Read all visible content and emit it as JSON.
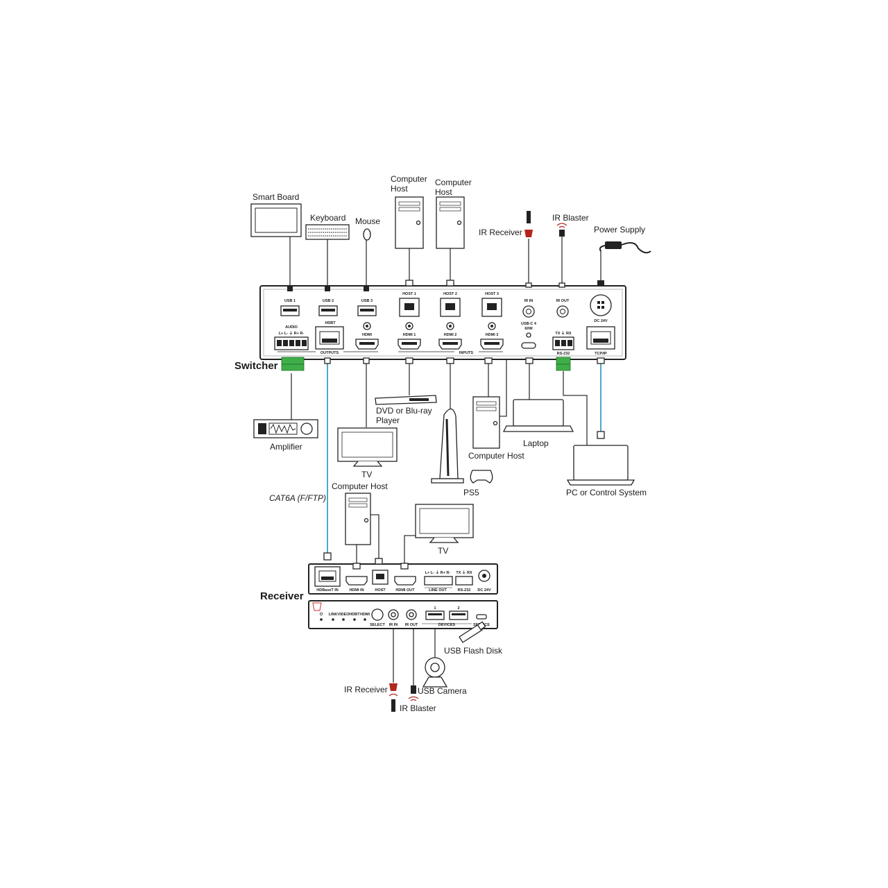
{
  "devices": {
    "switcher": "Switcher",
    "receiver": "Receiver",
    "smart_board": "Smart  Board",
    "keyboard": "Keyboard",
    "mouse": "Mouse",
    "computer_host_top1": [
      "Computer",
      "Host"
    ],
    "computer_host_top2": [
      "Computer",
      "Host"
    ],
    "ir_receiver_top": "IR Receiver",
    "ir_blaster_top": "IR Blaster",
    "power_supply": "Power Supply",
    "amplifier": "Amplifier",
    "dvd_player": [
      "DVD or Blu-ray",
      "Player"
    ],
    "tv_mid": "TV",
    "ps5": "PS5",
    "computer_host_mid": "Computer Host",
    "laptop": "Laptop",
    "pc_control": "PC or Control System",
    "cable": "CAT6A (F/FTP)",
    "computer_host_rx": "Computer Host",
    "tv_rx": "TV",
    "usb_flash": "USB Flash Disk",
    "usb_camera": "USB Camera",
    "ir_receiver_rx": "IR Receiver",
    "ir_blaster_rx": "IR Blaster"
  },
  "switcher_ports": {
    "usb1": "USB 1",
    "usb2": "USB 2",
    "usb3": "USB 3",
    "host1": "HOST 1",
    "host2": "HOST 2",
    "host3": "HOST 3",
    "ir_in": "IR IN",
    "ir_out": "IR OUT",
    "usbc": [
      "USB-C 4",
      "60W"
    ],
    "dc": "DC 24V",
    "audio": "AUDIO",
    "audio_pins": "L+ L-  ⏚  R+ R-",
    "hdbt": "HDBT",
    "hdmi": "HDMI",
    "hdmi1": "HDMI 1",
    "hdmi2": "HDMI 2",
    "hdmi3": "HDMI 3",
    "rs232_pins": "TX  ⏚  RX",
    "rs232": "RS-232",
    "tcpip": "TCP/IP",
    "outputs": "OUTPUTS",
    "inputs": "INPUTS"
  },
  "receiver_ports": {
    "hdbaset_in": "HDBaseT IN",
    "hdmi_in": "HDMI IN",
    "host": "HOST",
    "hdmi_out": "HDMI OUT",
    "line_out_pins": "L+ L-  ⏚  R+ R-",
    "line_out": "LINE OUT",
    "rs232_pins": "TX  ⏚  RX",
    "rs232": "RS-232",
    "dc": "DC 24V",
    "leds": [
      "LINK",
      "VIDEO",
      "HDBT",
      "HDMI"
    ],
    "select": "SELECT",
    "ir_in": "IR IN",
    "ir_out": "IR OUT",
    "dev1": "1",
    "dev2": "2",
    "devices": "DEVICES",
    "service": "SERVICE"
  }
}
